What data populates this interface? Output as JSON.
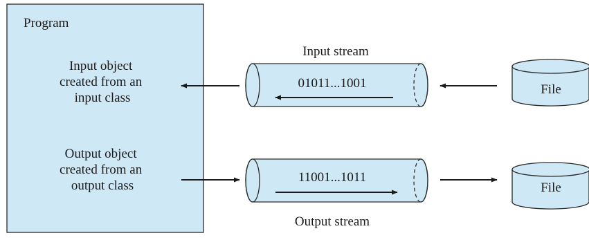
{
  "program": {
    "title": "Program",
    "input_object": [
      "Input object",
      "created from an",
      "input class"
    ],
    "output_object": [
      "Output object",
      "created from an",
      "output class"
    ]
  },
  "input_stream": {
    "label": "Input stream",
    "bits": "01011...1001"
  },
  "output_stream": {
    "label": "Output stream",
    "bits": "11001...1011"
  },
  "files": {
    "input_file": "File",
    "output_file": "File"
  },
  "colors": {
    "fill": "#cfe8f5",
    "stroke": "#2a2a2a"
  }
}
